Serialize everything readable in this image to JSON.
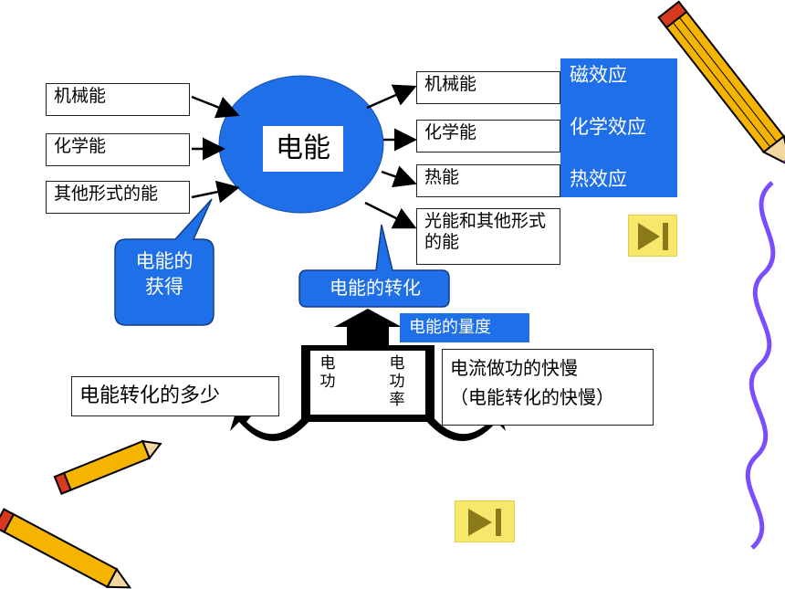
{
  "sources": [
    "机械能",
    "化学能",
    "其他形式的能"
  ],
  "center_label": "电能",
  "outputs": [
    "机械能",
    "化学能",
    "热能",
    "光能和其他形式的能"
  ],
  "effects": [
    "磁效应",
    "化学效应",
    "热效应"
  ],
  "callouts": {
    "acquire": "电能的获得",
    "convert": "电能的转化"
  },
  "measure_label": "电能的量度",
  "work": {
    "power_work": "电功",
    "electric_power": "电功率"
  },
  "notes": {
    "amount": "电能转化的多少",
    "speed_line1": "电流做功的快慢",
    "speed_line2": "（电能转化的快慢）"
  },
  "colors": {
    "blue": "#1f6fe8",
    "nav_yellow": "#f7e76a",
    "arrow_black": "#000000",
    "wave_purple": "#7b4dff"
  },
  "icons": [
    "pencil-icon",
    "play-next-icon",
    "wave-decoration"
  ]
}
